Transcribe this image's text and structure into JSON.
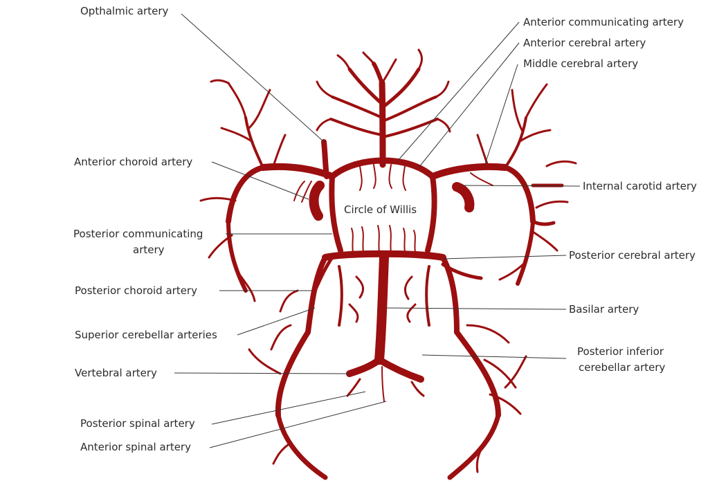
{
  "colors": {
    "artery": "#9b0f10",
    "leader_line": "#333333",
    "label_text": "#2b2b2b",
    "background": "#ffffff"
  },
  "labels": {
    "opthalmic": "Opthalmic artery",
    "anterior_communicating": "Anterior communicating artery",
    "anterior_cerebral": "Anterior cerebral artery",
    "middle_cerebral": "Middle cerebral artery",
    "anterior_choroid": "Anterior choroid artery",
    "internal_carotid": "Internal carotid artery",
    "circle_of_willis": "Circle of Willis",
    "posterior_communicating_line1": "Posterior communicating",
    "posterior_communicating_line2": "artery",
    "posterior_cerebral": "Posterior cerebral artery",
    "posterior_choroid": "Posterior choroid artery",
    "basilar": "Basilar artery",
    "superior_cerebellar": "Superior cerebellar arteries",
    "posterior_inferior_line1": "Posterior inferior",
    "posterior_inferior_line2": "cerebellar artery",
    "vertebral": "Vertebral artery",
    "posterior_spinal": "Posterior spinal artery",
    "anterior_spinal": "Anterior spinal artery"
  }
}
